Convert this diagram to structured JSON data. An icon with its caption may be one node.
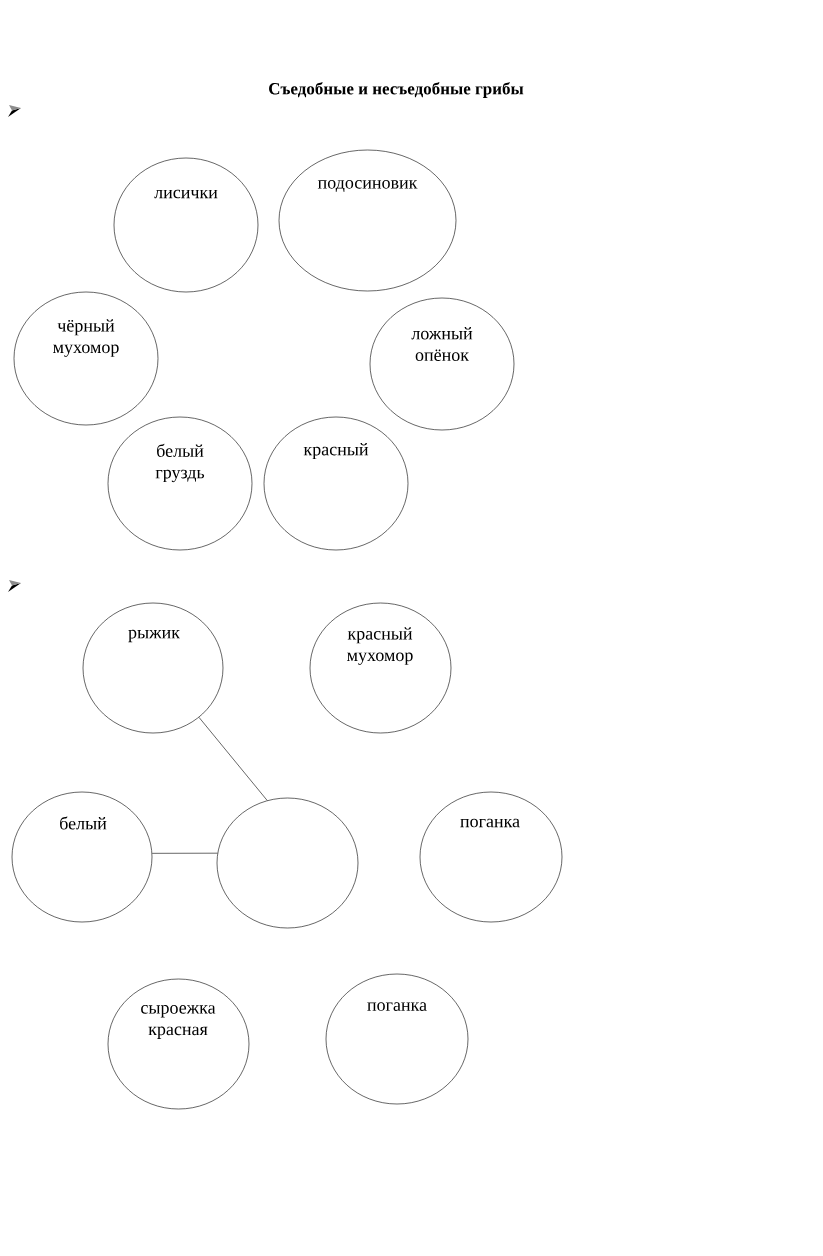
{
  "diagram": {
    "title": "Съедобные и несъедобные грибы",
    "nodes": [
      {
        "text": [
          "лисички"
        ]
      },
      {
        "text": [
          "подосиновик"
        ]
      },
      {
        "text": [
          "чёрный мухомор"
        ]
      },
      {
        "text": [
          "ложный опёнок"
        ]
      },
      {
        "text": [
          "белый груздь"
        ]
      },
      {
        "text": [
          "красный"
        ]
      },
      {
        "text": [
          "рыжик"
        ]
      },
      {
        "text": [
          "красный мухомор"
        ]
      },
      {
        "text": [
          "белый"
        ]
      },
      {
        "text": [],
        "shape": "circle"
      },
      {
        "text": [
          "поганка"
        ]
      },
      {
        "text": [
          "сыроежка красная"
        ]
      },
      {
        "text": [
          "поганка"
        ]
      }
    ],
    "edges": [
      {
        "from": 6,
        "to": 9,
        "arrow": "none"
      },
      {
        "from": 8,
        "to": 9,
        "arrow": "none"
      }
    ]
  }
}
